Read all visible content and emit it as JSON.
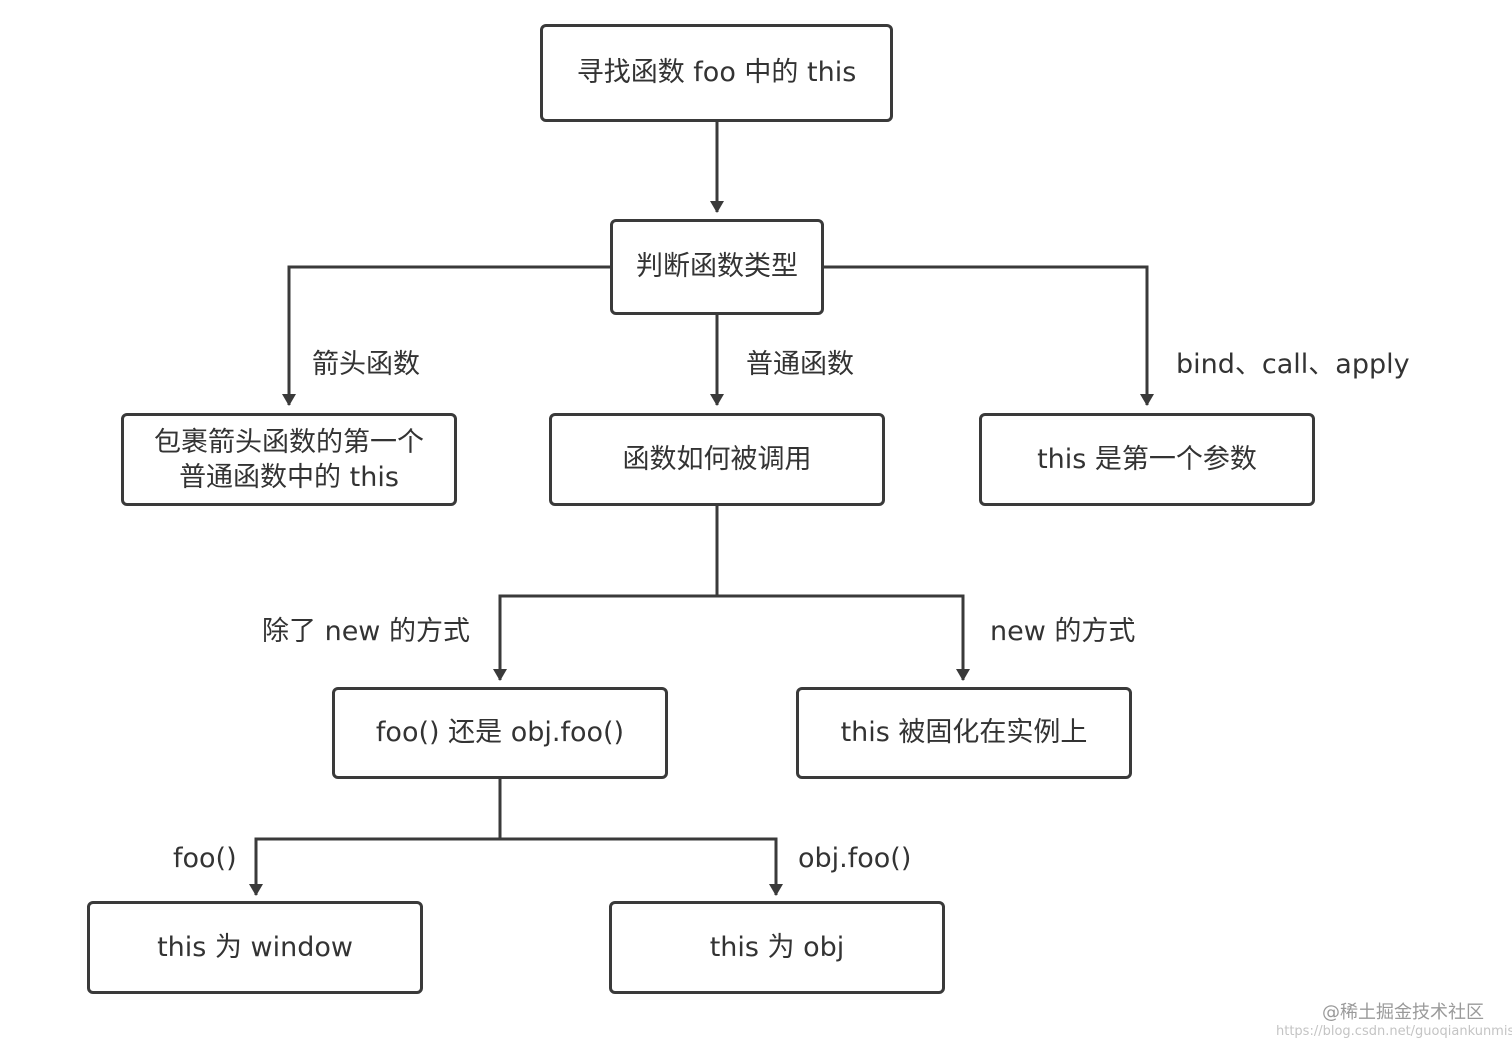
{
  "nodes": {
    "root": "寻找函数 foo 中的 this",
    "type_check": "判断函数类型",
    "arrow_result": "包裹箭头函数的第一个\n普通函数中的 this",
    "how_called": "函数如何被调用",
    "bind_result": "this 是第一个参数",
    "call_style": "foo() 还是 obj.foo()",
    "new_result": "this 被固化在实例上",
    "window_result": "this 为 window",
    "obj_result": "this 为 obj"
  },
  "edge_labels": {
    "arrow_fn": "箭头函数",
    "normal_fn": "普通函数",
    "bind_call_apply": "bind、call、apply",
    "not_new": "除了 new 的方式",
    "new_way": "new 的方式",
    "plain_call": "foo()",
    "method_call": "obj.foo()"
  },
  "watermark": {
    "brand": "@稀土掘金技术社区",
    "url": "https://blog.csdn.net/guoqiankunmiss"
  },
  "colors": {
    "line": "#3a3a3a",
    "text": "#333333"
  }
}
